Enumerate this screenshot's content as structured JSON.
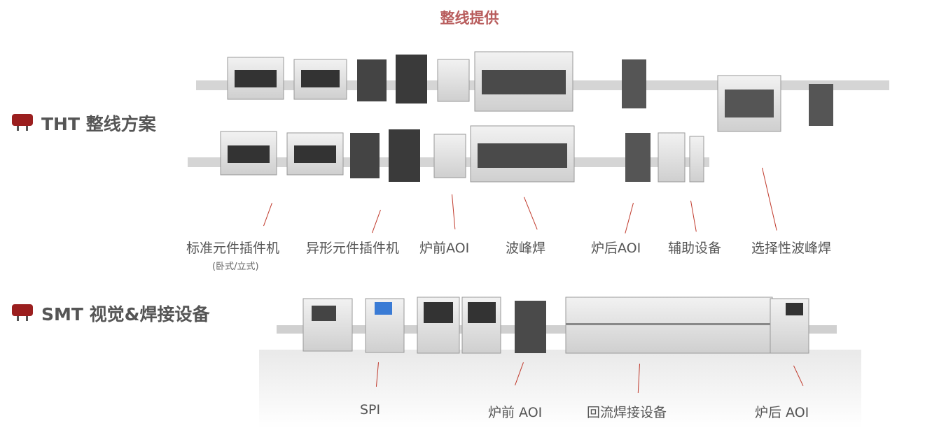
{
  "header": {
    "title": "整线提供"
  },
  "tht": {
    "heading": "THT 整线方案",
    "labels": {
      "standard": "标准元件插件机",
      "standard_sub": "(卧式/立式)",
      "odd_form": "异形元件插件机",
      "pre_aoi": "炉前AOI",
      "wave": "波峰焊",
      "post_aoi": "炉后AOI",
      "aux": "辅助设备",
      "selective": "选择性波峰焊"
    }
  },
  "smt": {
    "heading": "SMT 视觉&焊接设备",
    "labels": {
      "spi": "SPI",
      "pre_aoi": "炉前 AOI",
      "reflow": "回流焊接设备",
      "post_aoi": "炉后 AOI"
    }
  },
  "colors": {
    "accent": "#9b1f1f",
    "title": "#b85c5c",
    "leader": "#c0392b"
  }
}
